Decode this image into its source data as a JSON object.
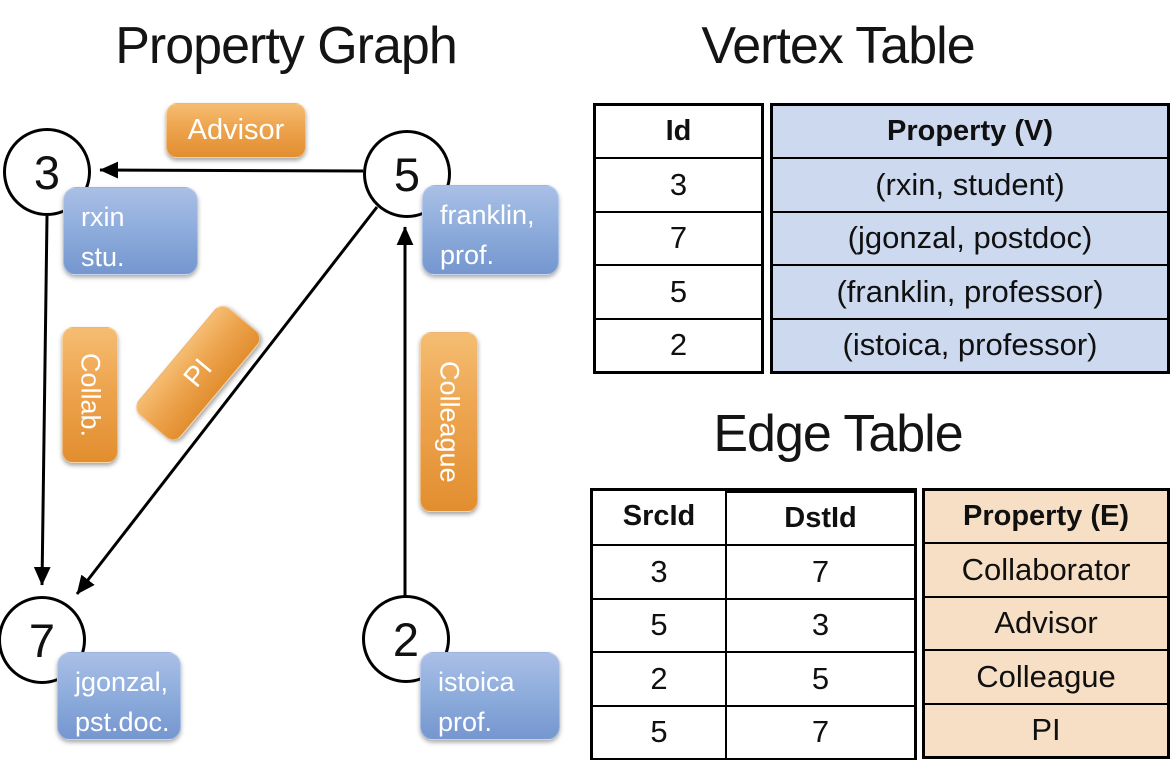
{
  "graph": {
    "title": "Property Graph",
    "nodes": {
      "n3": {
        "id": "3",
        "property_lines": [
          "rxin",
          "stu."
        ]
      },
      "n5": {
        "id": "5",
        "property_lines": [
          "franklin,",
          "prof."
        ]
      },
      "n7": {
        "id": "7",
        "property_lines": [
          "jgonzal,",
          "pst.doc."
        ]
      },
      "n2": {
        "id": "2",
        "property_lines": [
          "istoica",
          "prof."
        ]
      }
    },
    "edges": [
      {
        "label": "Advisor",
        "from": "5",
        "to": "3"
      },
      {
        "label": "Collab.",
        "from": "3",
        "to": "7"
      },
      {
        "label": "PI",
        "from": "5",
        "to": "7"
      },
      {
        "label": "Colleague",
        "from": "2",
        "to": "5"
      }
    ]
  },
  "vertex_table": {
    "title": "Vertex Table",
    "columns": [
      "Id",
      "Property (V)"
    ],
    "rows": [
      [
        "3",
        "(rxin, student)"
      ],
      [
        "7",
        "(jgonzal, postdoc)"
      ],
      [
        "5",
        "(franklin, professor)"
      ],
      [
        "2",
        "(istoica, professor)"
      ]
    ]
  },
  "edge_table": {
    "title": "Edge Table",
    "columns": [
      "SrcId",
      "DstId",
      "Property (E)"
    ],
    "rows": [
      [
        "3",
        "7",
        "Collaborator"
      ],
      [
        "5",
        "3",
        "Advisor"
      ],
      [
        "2",
        "5",
        "Colleague"
      ],
      [
        "5",
        "7",
        "PI"
      ]
    ]
  },
  "colors": {
    "edge_label_orange": "#eda44e",
    "vertex_label_blue": "#8dacdc",
    "vertex_property_bg": "#cdd9ef",
    "edge_property_bg": "#f6dfc4",
    "line_black": "#000000"
  }
}
